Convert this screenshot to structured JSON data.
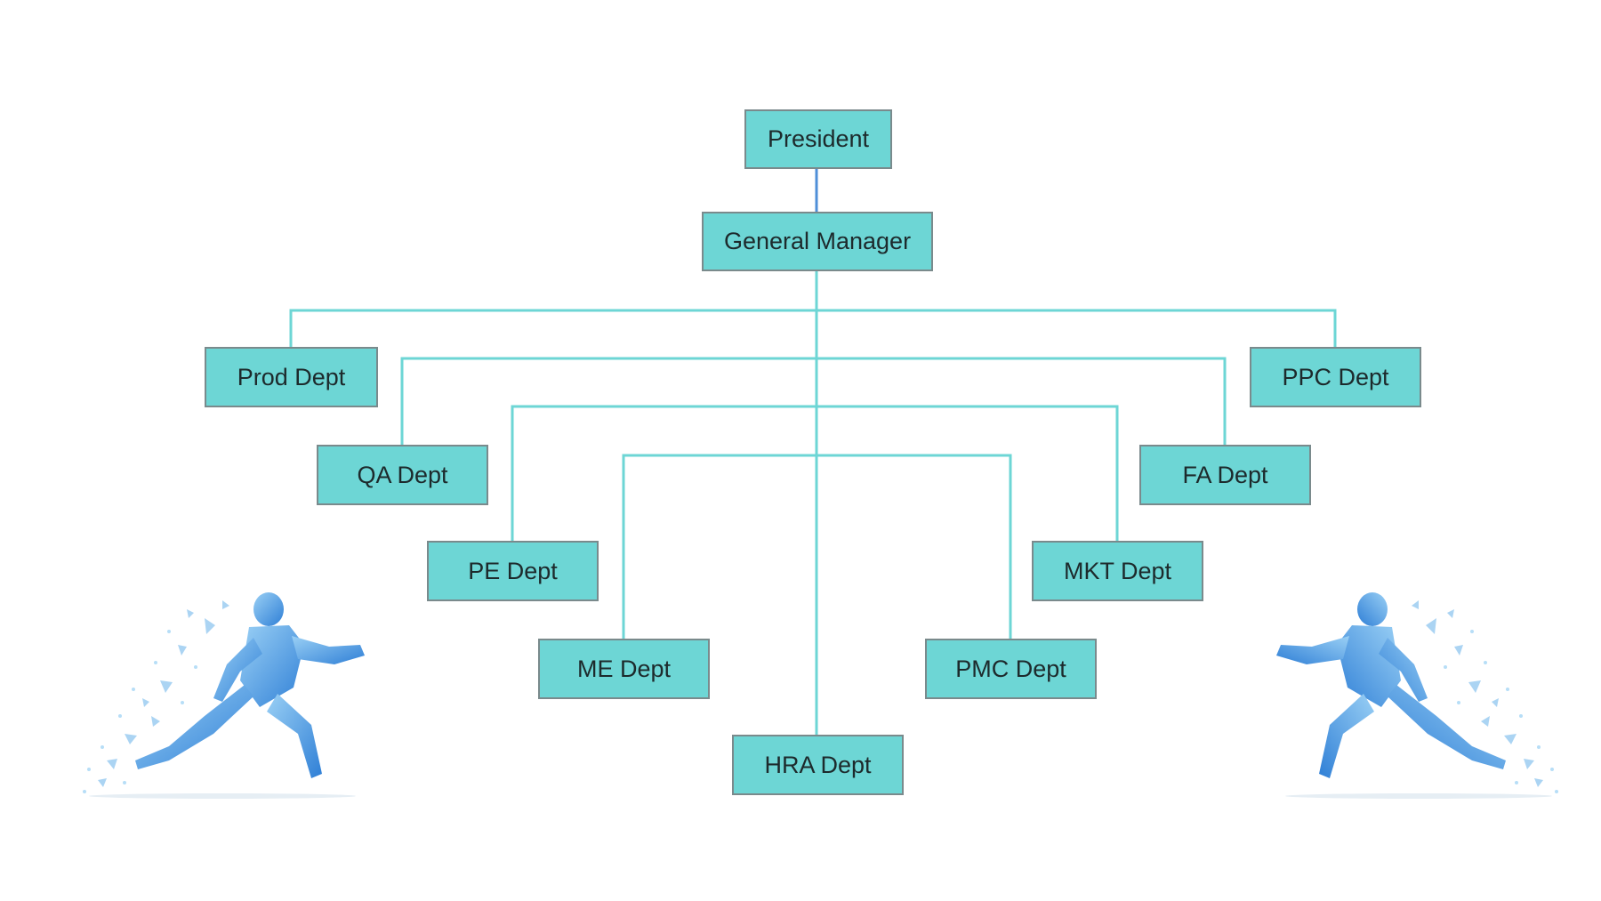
{
  "org_chart": {
    "root": {
      "label": "President"
    },
    "manager": {
      "label": "General Manager"
    },
    "departments": [
      {
        "id": "prod",
        "label": "Prod Dept"
      },
      {
        "id": "ppc",
        "label": "PPC Dept"
      },
      {
        "id": "qa",
        "label": "QA Dept"
      },
      {
        "id": "fa",
        "label": "FA Dept"
      },
      {
        "id": "pe",
        "label": "PE Dept"
      },
      {
        "id": "mkt",
        "label": "MKT Dept"
      },
      {
        "id": "me",
        "label": "ME Dept"
      },
      {
        "id": "pmc",
        "label": "PMC Dept"
      },
      {
        "id": "hra",
        "label": "HRA Dept"
      }
    ]
  },
  "colors": {
    "box_fill": "#6dd6d5",
    "box_border": "#7a8a8c",
    "connector": "#6dd6d5",
    "runner": "#3c8fe0"
  },
  "decorations": {
    "left_figure": "sprinter-silhouette-icon",
    "right_figure": "sprinter-silhouette-icon"
  }
}
